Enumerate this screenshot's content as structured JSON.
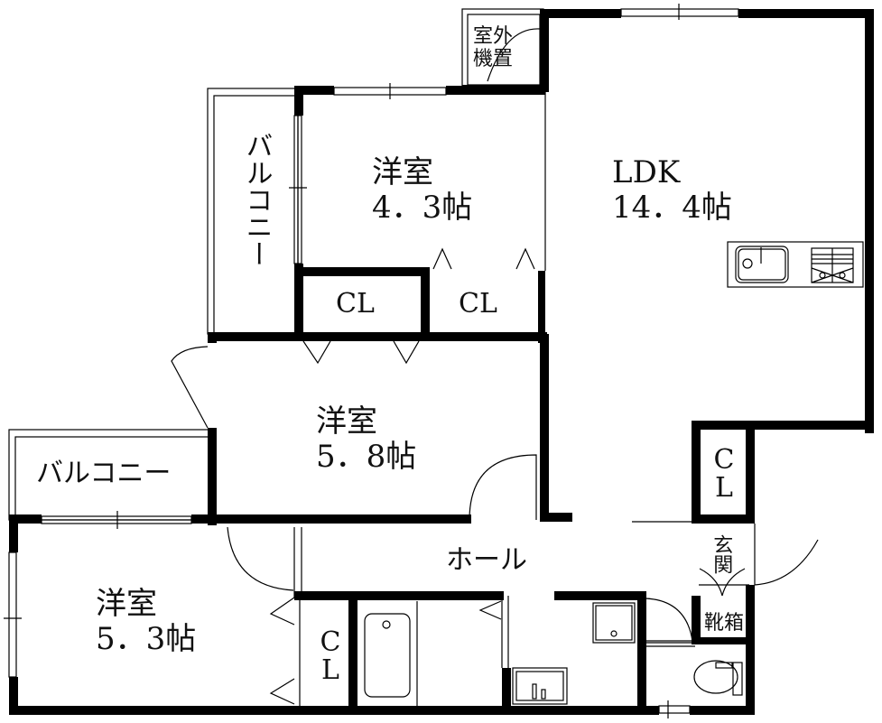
{
  "floor_plan": {
    "rooms": [
      {
        "id": "ldk",
        "name": "LDK",
        "size": "14.4帖"
      },
      {
        "id": "western-1",
        "name": "洋室",
        "size": "4.3帖"
      },
      {
        "id": "western-2",
        "name": "洋室",
        "size": "5.8帖"
      },
      {
        "id": "western-3",
        "name": "洋室",
        "size": "5.3帖"
      },
      {
        "id": "hall",
        "name": "ホール"
      },
      {
        "id": "entrance",
        "name": "玄関"
      },
      {
        "id": "shoe-box",
        "name": "靴箱"
      },
      {
        "id": "outdoor-unit",
        "name": "室外機置"
      }
    ],
    "labels": {
      "ldk_name": "LDK",
      "ldk_size": "14．4帖",
      "w1_name": "洋室",
      "w1_size": "4．3帖",
      "w2_name": "洋室",
      "w2_size": "5．8帖",
      "w3_name": "洋室",
      "w3_size": "5．3帖",
      "balcony_top": "バルコニー",
      "balcony_left": "バルコニー",
      "closet": "CL",
      "closet_vertical": "CL",
      "hall": "ホール",
      "entrance": "玄関",
      "shoe_box": "靴箱",
      "outdoor_unit_line1": "室外",
      "outdoor_unit_line2": "機置"
    },
    "fixtures": [
      "kitchen-sink",
      "stove",
      "bathtub",
      "washbasin",
      "washing-machine-pan",
      "toilet"
    ],
    "colors": {
      "wall": "#000000",
      "line": "#000000",
      "background": "#ffffff"
    }
  }
}
